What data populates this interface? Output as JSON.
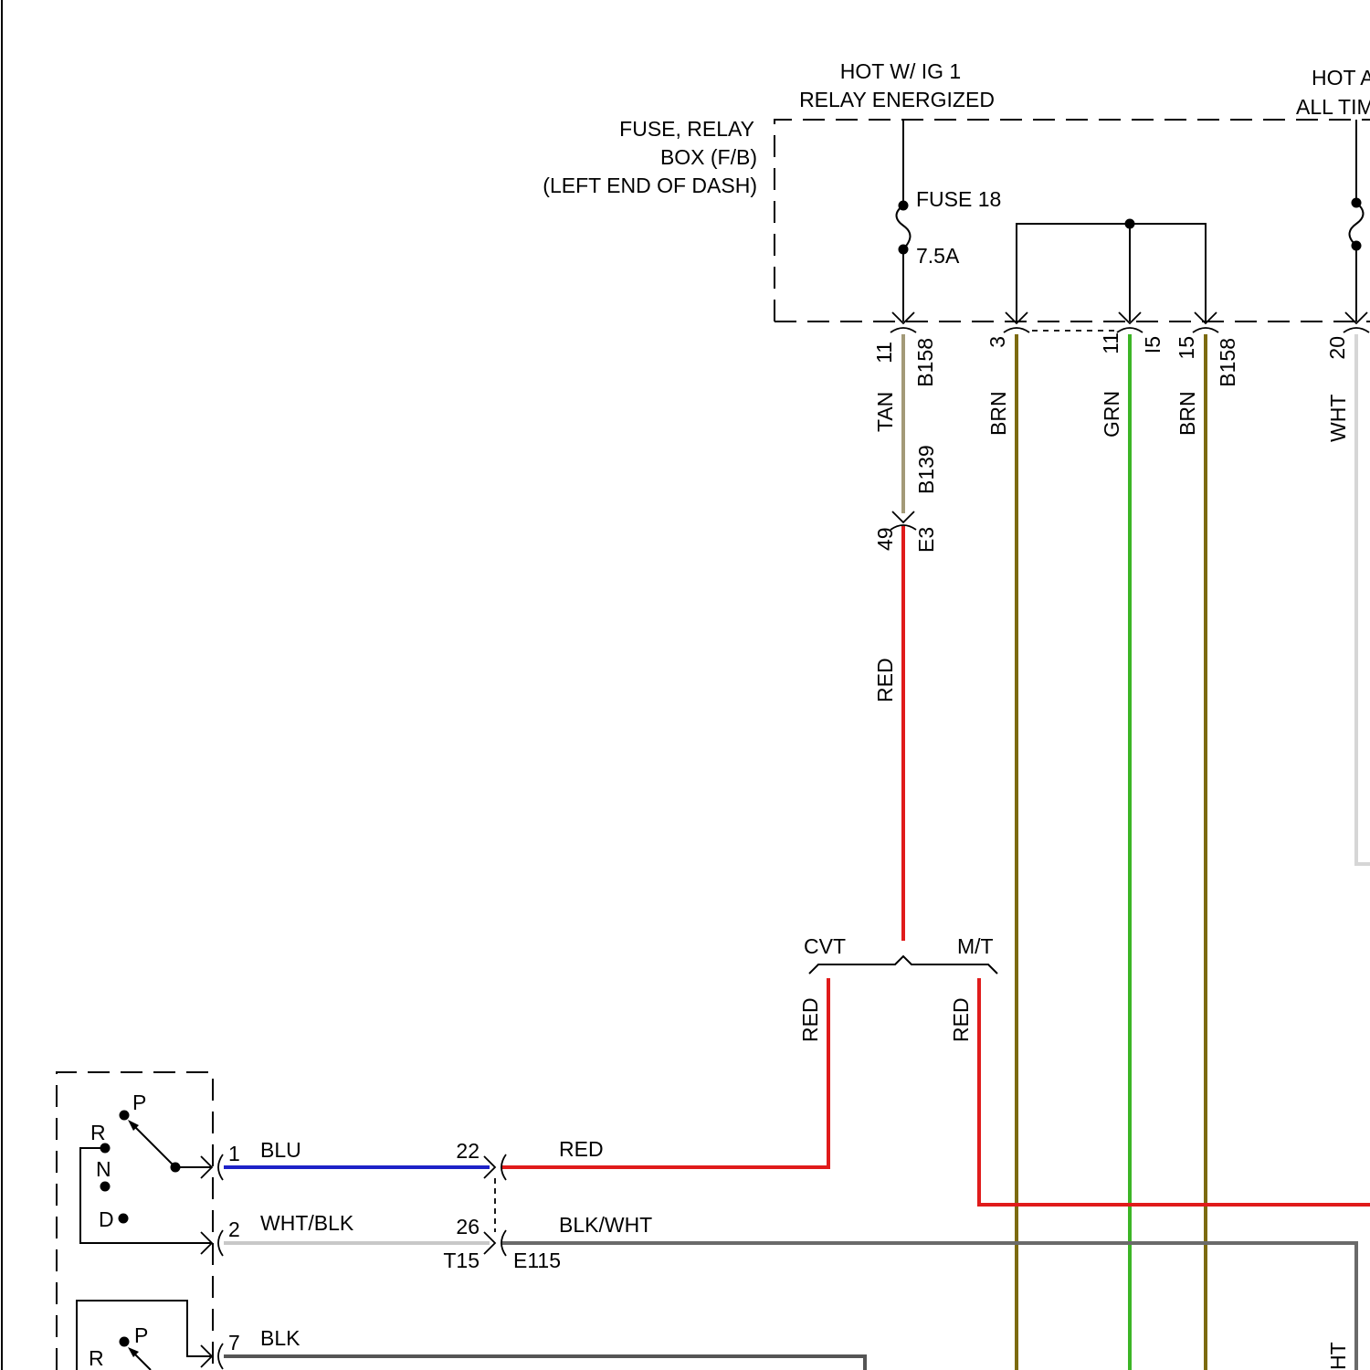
{
  "colors": {
    "TAN": "#a39a78",
    "RED": "#e01b1b",
    "BRN": "#7c6a10",
    "GRN": "#3cb526",
    "WHT": "#d6d6d6",
    "BLU": "#1e22c8",
    "WHT/BLK": "#c8c8c8",
    "BLK/WHT": "#6a6a6a",
    "BLK": "#555555"
  },
  "power": {
    "ig1_label": "HOT W/ IG 1",
    "ig1_relay": "RELAY ENERGIZED",
    "hot_all_1": "HOT A",
    "hot_all_2": "ALL TIM"
  },
  "fuse_box": {
    "line1": "FUSE, RELAY",
    "line2": "BOX (F/B)",
    "line3": "(LEFT END OF DASH)",
    "fuse_name": "FUSE 18",
    "fuse_rating": "7.5A"
  },
  "connectors": {
    "b158_pin11": "11",
    "b158_name_a": "B158",
    "b158_pin3": "3",
    "i5_pin11": "11",
    "i5_name": "I5",
    "b158_pin15": "15",
    "b158_name_b": "B158",
    "pin20": "20",
    "b139_name": "B139",
    "e3_pin": "49",
    "e3_name": "E3",
    "t15_pin22": "22",
    "t15_pin26": "26",
    "t15_name": "T15",
    "e115_name": "E115",
    "sw_pin1": "1",
    "sw_pin2": "2",
    "sw_pin7": "7"
  },
  "wires": {
    "tan": "TAN",
    "red_main": "RED",
    "brn_1": "BRN",
    "grn": "GRN",
    "brn_2": "BRN",
    "wht": "WHT",
    "wht_lower": "HT",
    "red_cvt": "RED",
    "red_mt": "RED",
    "blu": "BLU",
    "red_h": "RED",
    "whtblk": "WHT/BLK",
    "blkwht": "BLK/WHT",
    "blk": "BLK"
  },
  "options": {
    "cvt": "CVT",
    "mt": "M/T"
  },
  "switch": {
    "pos_p": "P",
    "pos_r": "R",
    "pos_n": "N",
    "pos_d": "D",
    "pos_p2": "P",
    "pos_r2": "R"
  }
}
